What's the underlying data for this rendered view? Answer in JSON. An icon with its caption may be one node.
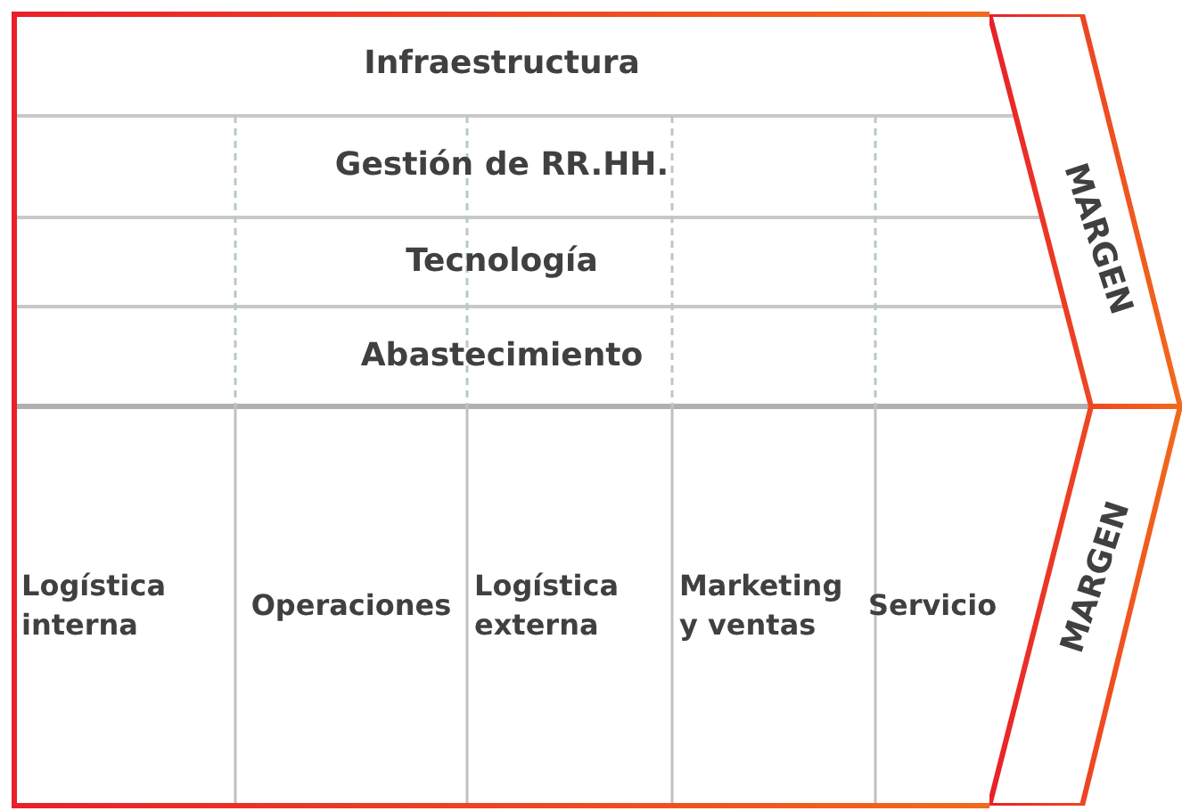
{
  "diagram": {
    "nodes": [
      {
        "text": [
          "Infraestructura"
        ]
      },
      {
        "text": [
          "Gestión de RR.HH."
        ]
      },
      {
        "text": [
          "Tecnología"
        ]
      },
      {
        "text": [
          "Abastecimiento"
        ]
      },
      {
        "text": [
          "MARGEN"
        ]
      },
      {
        "text": [
          "Logística interna"
        ]
      },
      {
        "text": [
          "Operaciones"
        ]
      },
      {
        "text": [
          "Logística externa"
        ]
      },
      {
        "text": [
          "Marketing y ventas"
        ]
      },
      {
        "text": [
          "Servicio"
        ]
      },
      {
        "text": [
          "MARGEN"
        ]
      }
    ],
    "edges": []
  }
}
